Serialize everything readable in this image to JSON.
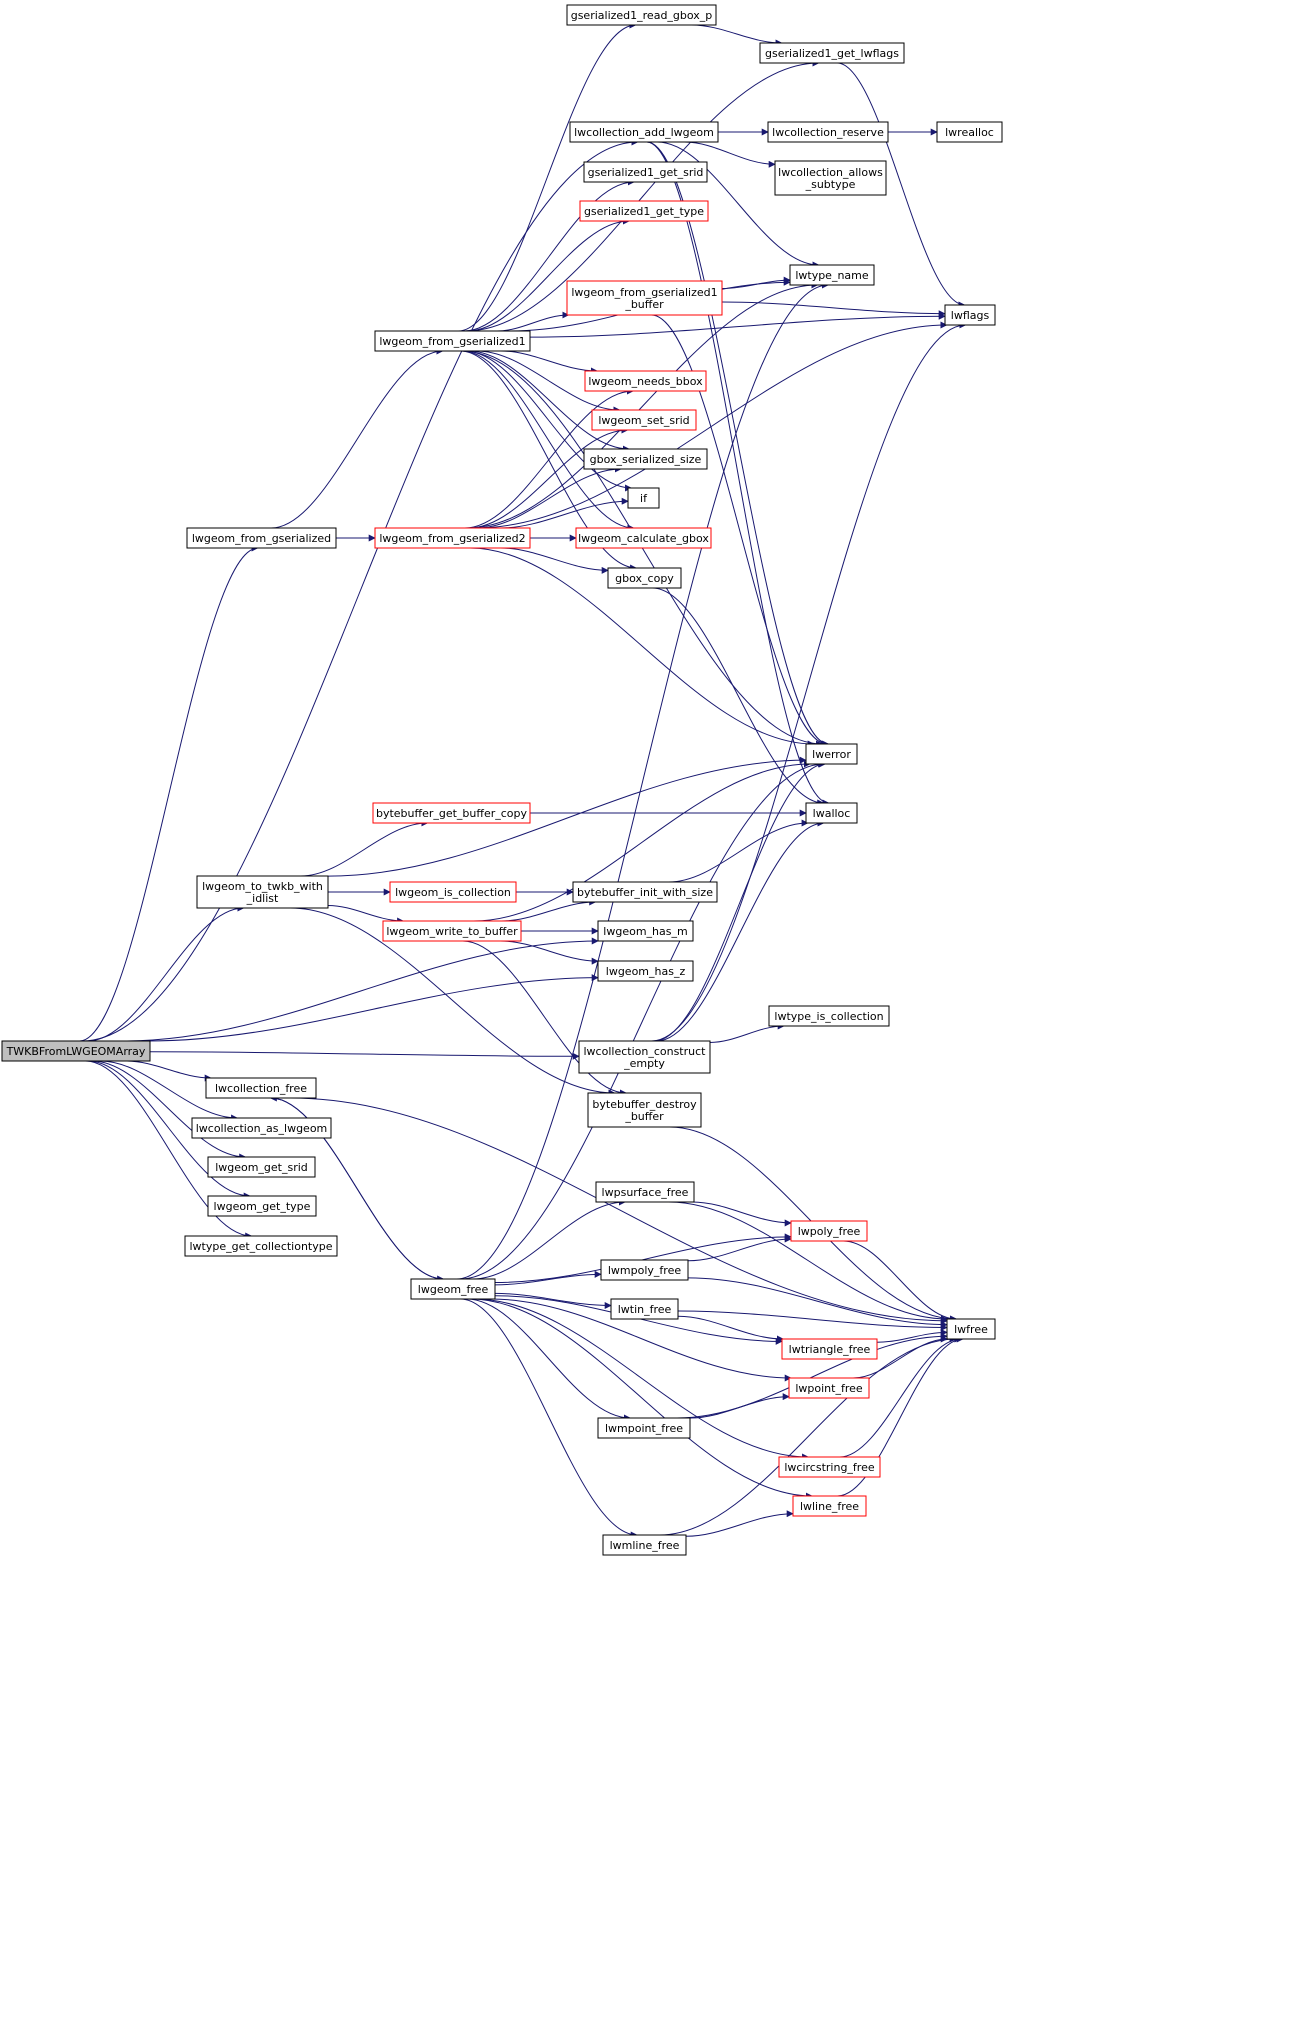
{
  "graph": {
    "root": "twkbfromlwgeomarray",
    "colors": {
      "edge": "#191970",
      "node_border": "#000000",
      "node_border_partial": "#ff0000",
      "root_fill": "#bfbfbf",
      "background": "#ffffff"
    },
    "nodes": [
      {
        "id": "twkbfromlwgeomarray",
        "lines": [
          "TWKBFromLWGEOMArray"
        ],
        "style": "root"
      },
      {
        "id": "gserialized1_read_gbox_p",
        "lines": [
          "gserialized1_read_gbox_p"
        ],
        "style": "normal"
      },
      {
        "id": "gserialized1_get_lwflags",
        "lines": [
          "gserialized1_get_lwflags"
        ],
        "style": "normal"
      },
      {
        "id": "lwcollection_add_lwgeom",
        "lines": [
          "lwcollection_add_lwgeom"
        ],
        "style": "normal"
      },
      {
        "id": "lwcollection_reserve",
        "lines": [
          "lwcollection_reserve"
        ],
        "style": "normal"
      },
      {
        "id": "lwrealloc",
        "lines": [
          "lwrealloc"
        ],
        "style": "normal"
      },
      {
        "id": "gserialized1_get_srid",
        "lines": [
          "gserialized1_get_srid"
        ],
        "style": "normal"
      },
      {
        "id": "lwcollection_allows_subtype",
        "lines": [
          "lwcollection_allows",
          "_subtype"
        ],
        "style": "normal"
      },
      {
        "id": "gserialized1_get_type",
        "lines": [
          "gserialized1_get_type"
        ],
        "style": "partial"
      },
      {
        "id": "lwtype_name",
        "lines": [
          "lwtype_name"
        ],
        "style": "normal"
      },
      {
        "id": "lwgeom_from_gserialized1_buffer",
        "lines": [
          "lwgeom_from_gserialized1",
          "_buffer"
        ],
        "style": "partial"
      },
      {
        "id": "lwflags",
        "lines": [
          "lwflags"
        ],
        "style": "normal"
      },
      {
        "id": "lwgeom_from_gserialized1",
        "lines": [
          "lwgeom_from_gserialized1"
        ],
        "style": "normal"
      },
      {
        "id": "lwgeom_needs_bbox",
        "lines": [
          "lwgeom_needs_bbox"
        ],
        "style": "partial"
      },
      {
        "id": "lwgeom_set_srid",
        "lines": [
          "lwgeom_set_srid"
        ],
        "style": "partial"
      },
      {
        "id": "gbox_serialized_size",
        "lines": [
          "gbox_serialized_size"
        ],
        "style": "normal"
      },
      {
        "id": "if",
        "lines": [
          "if"
        ],
        "style": "normal"
      },
      {
        "id": "lwgeom_from_gserialized",
        "lines": [
          "lwgeom_from_gserialized"
        ],
        "style": "normal"
      },
      {
        "id": "lwgeom_from_gserialized2",
        "lines": [
          "lwgeom_from_gserialized2"
        ],
        "style": "partial"
      },
      {
        "id": "lwgeom_calculate_gbox",
        "lines": [
          "lwgeom_calculate_gbox"
        ],
        "style": "partial"
      },
      {
        "id": "gbox_copy",
        "lines": [
          "gbox_copy"
        ],
        "style": "normal"
      },
      {
        "id": "lwerror",
        "lines": [
          "lwerror"
        ],
        "style": "normal"
      },
      {
        "id": "bytebuffer_get_buffer_copy",
        "lines": [
          "bytebuffer_get_buffer_copy"
        ],
        "style": "partial"
      },
      {
        "id": "lwalloc",
        "lines": [
          "lwalloc"
        ],
        "style": "normal"
      },
      {
        "id": "lwgeom_to_twkb_with_idlist",
        "lines": [
          "lwgeom_to_twkb_with",
          "_idlist"
        ],
        "style": "normal"
      },
      {
        "id": "lwgeom_is_collection",
        "lines": [
          "lwgeom_is_collection"
        ],
        "style": "partial"
      },
      {
        "id": "bytebuffer_init_with_size",
        "lines": [
          "bytebuffer_init_with_size"
        ],
        "style": "normal"
      },
      {
        "id": "lwgeom_write_to_buffer",
        "lines": [
          "lwgeom_write_to_buffer"
        ],
        "style": "partial"
      },
      {
        "id": "lwgeom_has_m",
        "lines": [
          "lwgeom_has_m"
        ],
        "style": "normal"
      },
      {
        "id": "lwgeom_has_z",
        "lines": [
          "lwgeom_has_z"
        ],
        "style": "normal"
      },
      {
        "id": "lwtype_is_collection",
        "lines": [
          "lwtype_is_collection"
        ],
        "style": "normal"
      },
      {
        "id": "lwcollection_construct_empty",
        "lines": [
          "lwcollection_construct",
          "_empty"
        ],
        "style": "normal"
      },
      {
        "id": "lwcollection_free",
        "lines": [
          "lwcollection_free"
        ],
        "style": "normal"
      },
      {
        "id": "bytebuffer_destroy_buffer",
        "lines": [
          "bytebuffer_destroy",
          "_buffer"
        ],
        "style": "normal"
      },
      {
        "id": "lwcollection_as_lwgeom",
        "lines": [
          "lwcollection_as_lwgeom"
        ],
        "style": "normal"
      },
      {
        "id": "lwgeom_get_srid",
        "lines": [
          "lwgeom_get_srid"
        ],
        "style": "normal"
      },
      {
        "id": "lwgeom_get_type",
        "lines": [
          "lwgeom_get_type"
        ],
        "style": "normal"
      },
      {
        "id": "lwtype_get_collectiontype",
        "lines": [
          "lwtype_get_collectiontype"
        ],
        "style": "normal"
      },
      {
        "id": "lwpsurface_free",
        "lines": [
          "lwpsurface_free"
        ],
        "style": "normal"
      },
      {
        "id": "lwpoly_free",
        "lines": [
          "lwpoly_free"
        ],
        "style": "partial"
      },
      {
        "id": "lwgeom_free",
        "lines": [
          "lwgeom_free"
        ],
        "style": "normal"
      },
      {
        "id": "lwmpoly_free",
        "lines": [
          "lwmpoly_free"
        ],
        "style": "normal"
      },
      {
        "id": "lwtin_free",
        "lines": [
          "lwtin_free"
        ],
        "style": "normal"
      },
      {
        "id": "lwfree",
        "lines": [
          "lwfree"
        ],
        "style": "normal"
      },
      {
        "id": "lwtriangle_free",
        "lines": [
          "lwtriangle_free"
        ],
        "style": "partial"
      },
      {
        "id": "lwpoint_free",
        "lines": [
          "lwpoint_free"
        ],
        "style": "partial"
      },
      {
        "id": "lwmpoint_free",
        "lines": [
          "lwmpoint_free"
        ],
        "style": "normal"
      },
      {
        "id": "lwcircstring_free",
        "lines": [
          "lwcircstring_free"
        ],
        "style": "partial"
      },
      {
        "id": "lwline_free",
        "lines": [
          "lwline_free"
        ],
        "style": "partial"
      },
      {
        "id": "lwmline_free",
        "lines": [
          "lwmline_free"
        ],
        "style": "normal"
      }
    ],
    "edges": [
      [
        "twkbfromlwgeomarray",
        "lwcollection_add_lwgeom"
      ],
      [
        "twkbfromlwgeomarray",
        "lwgeom_from_gserialized"
      ],
      [
        "twkbfromlwgeomarray",
        "lwgeom_to_twkb_with_idlist"
      ],
      [
        "twkbfromlwgeomarray",
        "lwgeom_has_m"
      ],
      [
        "twkbfromlwgeomarray",
        "lwgeom_has_z"
      ],
      [
        "twkbfromlwgeomarray",
        "lwcollection_construct_empty"
      ],
      [
        "twkbfromlwgeomarray",
        "lwcollection_free"
      ],
      [
        "twkbfromlwgeomarray",
        "lwcollection_as_lwgeom"
      ],
      [
        "twkbfromlwgeomarray",
        "lwgeom_get_srid"
      ],
      [
        "twkbfromlwgeomarray",
        "lwgeom_get_type"
      ],
      [
        "twkbfromlwgeomarray",
        "lwtype_get_collectiontype"
      ],
      [
        "gserialized1_read_gbox_p",
        "gserialized1_get_lwflags"
      ],
      [
        "gserialized1_get_lwflags",
        "lwflags"
      ],
      [
        "lwcollection_add_lwgeom",
        "lwcollection_reserve"
      ],
      [
        "lwcollection_add_lwgeom",
        "lwcollection_allows_subtype"
      ],
      [
        "lwcollection_add_lwgeom",
        "lwtype_name"
      ],
      [
        "lwcollection_add_lwgeom",
        "lwerror"
      ],
      [
        "lwcollection_add_lwgeom",
        "lwalloc"
      ],
      [
        "lwcollection_reserve",
        "lwrealloc"
      ],
      [
        "lwgeom_from_gserialized1_buffer",
        "lwtype_name"
      ],
      [
        "lwgeom_from_gserialized1_buffer",
        "lwflags"
      ],
      [
        "lwgeom_from_gserialized1_buffer",
        "lwerror"
      ],
      [
        "lwgeom_from_gserialized",
        "lwgeom_from_gserialized1"
      ],
      [
        "lwgeom_from_gserialized",
        "lwgeom_from_gserialized2"
      ],
      [
        "lwgeom_from_gserialized1",
        "gserialized1_read_gbox_p"
      ],
      [
        "lwgeom_from_gserialized1",
        "gserialized1_get_lwflags"
      ],
      [
        "lwgeom_from_gserialized1",
        "lwflags"
      ],
      [
        "lwgeom_from_gserialized1",
        "gserialized1_get_srid"
      ],
      [
        "lwgeom_from_gserialized1",
        "gserialized1_get_type"
      ],
      [
        "lwgeom_from_gserialized1",
        "lwtype_name"
      ],
      [
        "lwgeom_from_gserialized1",
        "lwgeom_from_gserialized1_buffer"
      ],
      [
        "lwgeom_from_gserialized1",
        "lwgeom_needs_bbox"
      ],
      [
        "lwgeom_from_gserialized1",
        "lwgeom_set_srid"
      ],
      [
        "lwgeom_from_gserialized1",
        "gbox_serialized_size"
      ],
      [
        "lwgeom_from_gserialized1",
        "if"
      ],
      [
        "lwgeom_from_gserialized1",
        "lwgeom_calculate_gbox"
      ],
      [
        "lwgeom_from_gserialized1",
        "gbox_copy"
      ],
      [
        "lwgeom_from_gserialized1",
        "lwerror"
      ],
      [
        "lwgeom_from_gserialized2",
        "lwgeom_needs_bbox"
      ],
      [
        "lwgeom_from_gserialized2",
        "lwgeom_set_srid"
      ],
      [
        "lwgeom_from_gserialized2",
        "gbox_serialized_size"
      ],
      [
        "lwgeom_from_gserialized2",
        "if"
      ],
      [
        "lwgeom_from_gserialized2",
        "lwgeom_calculate_gbox"
      ],
      [
        "lwgeom_from_gserialized2",
        "gbox_copy"
      ],
      [
        "lwgeom_from_gserialized2",
        "lwtype_name"
      ],
      [
        "lwgeom_from_gserialized2",
        "lwflags"
      ],
      [
        "lwgeom_from_gserialized2",
        "lwerror"
      ],
      [
        "gbox_copy",
        "lwalloc"
      ],
      [
        "lwgeom_to_twkb_with_idlist",
        "lwerror"
      ],
      [
        "lwgeom_to_twkb_with_idlist",
        "bytebuffer_get_buffer_copy"
      ],
      [
        "lwgeom_to_twkb_with_idlist",
        "lwgeom_is_collection"
      ],
      [
        "lwgeom_to_twkb_with_idlist",
        "bytebuffer_init_with_size"
      ],
      [
        "lwgeom_to_twkb_with_idlist",
        "lwgeom_write_to_buffer"
      ],
      [
        "lwgeom_to_twkb_with_idlist",
        "bytebuffer_destroy_buffer"
      ],
      [
        "bytebuffer_get_buffer_copy",
        "lwalloc"
      ],
      [
        "bytebuffer_init_with_size",
        "lwalloc"
      ],
      [
        "lwgeom_write_to_buffer",
        "lwerror"
      ],
      [
        "lwgeom_write_to_buffer",
        "bytebuffer_init_with_size"
      ],
      [
        "lwgeom_write_to_buffer",
        "lwgeom_has_m"
      ],
      [
        "lwgeom_write_to_buffer",
        "lwgeom_has_z"
      ],
      [
        "lwgeom_write_to_buffer",
        "bytebuffer_destroy_buffer"
      ],
      [
        "lwcollection_construct_empty",
        "lwtype_is_collection"
      ],
      [
        "lwcollection_construct_empty",
        "lwerror"
      ],
      [
        "lwcollection_construct_empty",
        "lwalloc"
      ],
      [
        "lwcollection_construct_empty",
        "lwflags"
      ],
      [
        "lwcollection_free",
        "lwgeom_free"
      ],
      [
        "lwcollection_free",
        "lwfree"
      ],
      [
        "bytebuffer_destroy_buffer",
        "lwfree"
      ],
      [
        "lwgeom_free",
        "lwcollection_free"
      ],
      [
        "lwgeom_free",
        "lwtype_name"
      ],
      [
        "lwgeom_free",
        "lwerror"
      ],
      [
        "lwgeom_free",
        "lwpsurface_free"
      ],
      [
        "lwgeom_free",
        "lwpoly_free"
      ],
      [
        "lwgeom_free",
        "lwmpoly_free"
      ],
      [
        "lwgeom_free",
        "lwtin_free"
      ],
      [
        "lwgeom_free",
        "lwtriangle_free"
      ],
      [
        "lwgeom_free",
        "lwpoint_free"
      ],
      [
        "lwgeom_free",
        "lwmpoint_free"
      ],
      [
        "lwgeom_free",
        "lwcircstring_free"
      ],
      [
        "lwgeom_free",
        "lwline_free"
      ],
      [
        "lwgeom_free",
        "lwmline_free"
      ],
      [
        "lwpsurface_free",
        "lwpoly_free"
      ],
      [
        "lwpsurface_free",
        "lwfree"
      ],
      [
        "lwpoly_free",
        "lwfree"
      ],
      [
        "lwmpoly_free",
        "lwpoly_free"
      ],
      [
        "lwmpoly_free",
        "lwfree"
      ],
      [
        "lwtin_free",
        "lwtriangle_free"
      ],
      [
        "lwtin_free",
        "lwfree"
      ],
      [
        "lwtriangle_free",
        "lwfree"
      ],
      [
        "lwpoint_free",
        "lwfree"
      ],
      [
        "lwmpoint_free",
        "lwpoint_free"
      ],
      [
        "lwmpoint_free",
        "lwfree"
      ],
      [
        "lwcircstring_free",
        "lwfree"
      ],
      [
        "lwline_free",
        "lwfree"
      ],
      [
        "lwmline_free",
        "lwline_free"
      ],
      [
        "lwmline_free",
        "lwfree"
      ]
    ]
  }
}
